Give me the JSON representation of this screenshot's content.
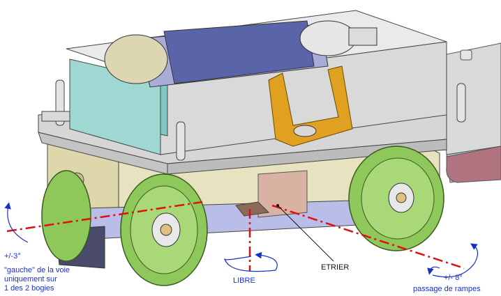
{
  "labels": {
    "tilt_left_angle": "+/-3°",
    "tilt_left_line1": "\"gauche\" de la voie",
    "tilt_left_line2": "uniquement sur",
    "tilt_left_line3": "1 des 2 bogies",
    "rotation_free": "LIBRE",
    "stirrup": "ETRIER",
    "tilt_right_angle": "+/- 8°",
    "tilt_right_desc": "passage de rampes"
  },
  "colors": {
    "annotation_blue": "#1a2fc8",
    "axis_red": "#e01010",
    "wheel_green": "#8fc85a",
    "stirrup_orange": "#e0a020",
    "frame_grey": "#d0d0d0",
    "motor_blue": "#5a64a8"
  }
}
